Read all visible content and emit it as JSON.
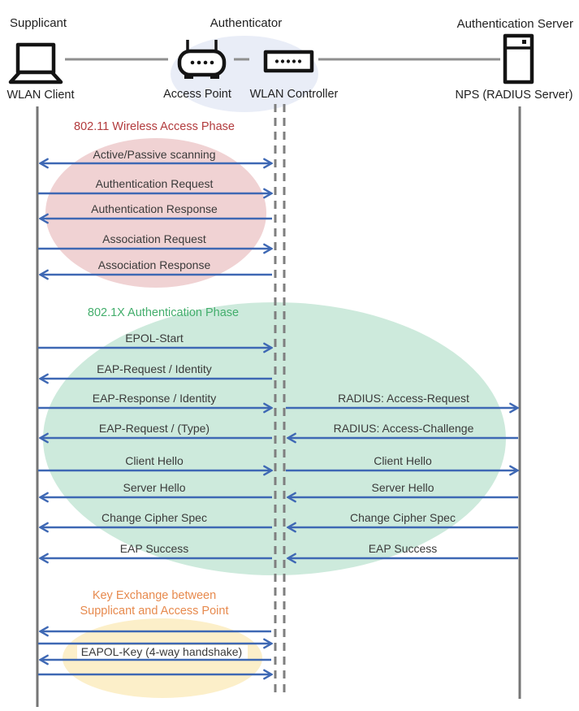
{
  "actors": {
    "supplicant": {
      "role": "Supplicant",
      "device": "WLAN Client",
      "icon": "laptop-icon"
    },
    "authenticator": {
      "role": "Authenticator",
      "access_point": "Access Point",
      "wlan_controller": "WLAN Controller",
      "icons": [
        "wireless-access-point-icon",
        "wlan-controller-icon"
      ]
    },
    "authentication_server": {
      "role": "Authentication Server",
      "device": "NPS (RADIUS Server)",
      "icon": "server-icon"
    }
  },
  "phases": {
    "wireless": {
      "title": "802.11 Wireless Access Phase"
    },
    "dot1x": {
      "title": "802.1X Authentication Phase"
    },
    "key_exchange": {
      "line1": "Key Exchange between",
      "line2": "Supplicant and Access Point"
    }
  },
  "messages": {
    "scanning": {
      "label": "Active/Passive scanning",
      "direction": "bidirectional",
      "from": "WLAN Client",
      "to": "WLAN Controller"
    },
    "auth_request": {
      "label": "Authentication Request",
      "direction": "right",
      "from": "WLAN Client",
      "to": "WLAN Controller"
    },
    "auth_response": {
      "label": "Authentication Response",
      "direction": "left",
      "from": "WLAN Controller",
      "to": "WLAN Client"
    },
    "assoc_request": {
      "label": "Association Request",
      "direction": "right",
      "from": "WLAN Client",
      "to": "WLAN Controller"
    },
    "assoc_response": {
      "label": "Association Response",
      "direction": "left",
      "from": "WLAN Controller",
      "to": "WLAN Client"
    },
    "epol_start": {
      "label": "EPOL-Start",
      "direction": "right",
      "from": "WLAN Client",
      "to": "WLAN Controller"
    },
    "eap_request_identity": {
      "label": "EAP-Request / Identity",
      "direction": "left",
      "from": "WLAN Controller",
      "to": "WLAN Client"
    },
    "eap_response_identity": {
      "label": "EAP-Response / Identity",
      "direction": "right",
      "from": "WLAN Client",
      "to": "WLAN Controller"
    },
    "radius_access_request": {
      "label": "RADIUS: Access-Request",
      "direction": "right",
      "from": "WLAN Controller",
      "to": "NPS (RADIUS Server)"
    },
    "eap_request_type": {
      "label": "EAP-Request / (Type)",
      "direction": "left",
      "from": "WLAN Controller",
      "to": "WLAN Client"
    },
    "radius_access_challenge": {
      "label": "RADIUS: Access-Challenge",
      "direction": "left",
      "from": "NPS (RADIUS Server)",
      "to": "WLAN Controller"
    },
    "client_hello": {
      "label": "Client Hello",
      "direction": "right",
      "from": "WLAN Client",
      "to": "NPS (RADIUS Server)"
    },
    "server_hello": {
      "label": "Server Hello",
      "direction": "left",
      "from": "NPS (RADIUS Server)",
      "to": "WLAN Client"
    },
    "change_cipher_spec": {
      "label": "Change Cipher Spec",
      "direction": "left",
      "from": "NPS (RADIUS Server)",
      "to": "WLAN Client"
    },
    "eap_success": {
      "label": "EAP Success",
      "direction": "left",
      "from": "NPS (RADIUS Server)",
      "to": "WLAN Client"
    },
    "eapol_key": {
      "label": "EAPOL-Key (4-way handshake)",
      "direction": "bidirectional",
      "from": "WLAN Client",
      "to": "WLAN Controller"
    }
  },
  "colors": {
    "arrow": "#3E68B4",
    "lifeline": "#757575",
    "wireless_fill": "#F0D2D3",
    "wireless_title": "#B23B3D",
    "dot1x_fill": "#CDEADC",
    "dot1x_title": "#43AE6C",
    "key_fill": "#FCEFC9",
    "key_title": "#E78A4E",
    "authenticator_fill": "#E9EDF7"
  }
}
